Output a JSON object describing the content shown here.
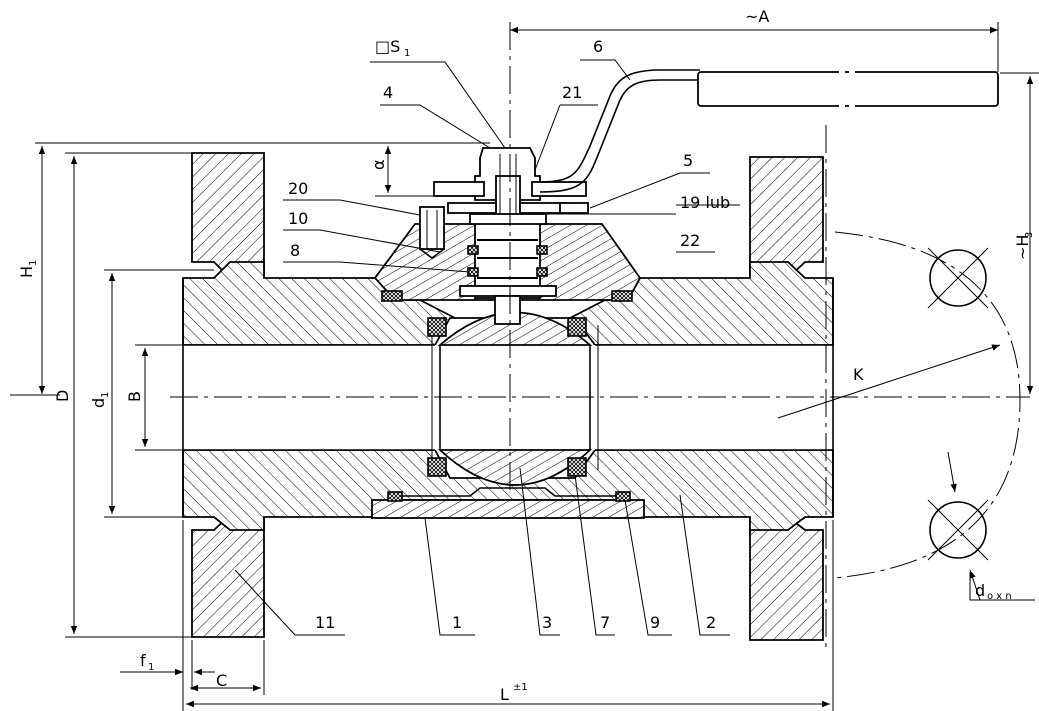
{
  "labels": {
    "s1": "□S",
    "s1_sub": "1",
    "a_dim": "~A",
    "n6": "6",
    "n4": "4",
    "n21": "21",
    "alpha": "α",
    "n5": "5",
    "n19": "19 lub",
    "n22": "22",
    "n20": "20",
    "n10": "10",
    "n8": "8",
    "h1": "H",
    "h1_sub": "1",
    "h3": "~H",
    "h3_sub": "3",
    "d_outer": "D",
    "d1": "d",
    "d1_sub": "1",
    "b": "B",
    "k": "K",
    "dox": "d",
    "dox_sub": "o x n",
    "n11": "11",
    "n1": "1",
    "n3": "3",
    "n7": "7",
    "n9": "9",
    "n2": "2",
    "f1": "f",
    "f1_sub": "1",
    "c": "C",
    "l": "L",
    "l_sup": "±1"
  }
}
